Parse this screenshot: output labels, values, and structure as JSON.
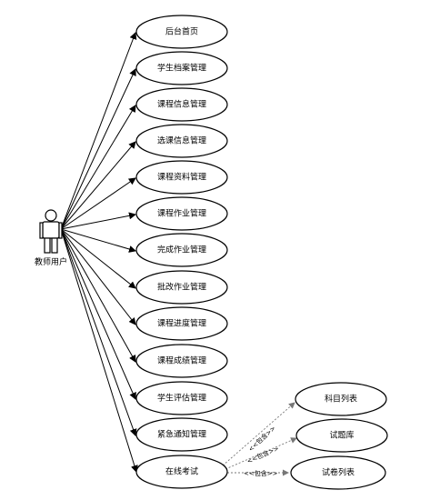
{
  "actor": {
    "label": "教师用户"
  },
  "use_cases": [
    {
      "id": "uc1",
      "label": "后台首页"
    },
    {
      "id": "uc2",
      "label": "学生档案管理"
    },
    {
      "id": "uc3",
      "label": "课程信息管理"
    },
    {
      "id": "uc4",
      "label": "选课信息管理"
    },
    {
      "id": "uc5",
      "label": "课程资料管理"
    },
    {
      "id": "uc6",
      "label": "课程作业管理"
    },
    {
      "id": "uc7",
      "label": "完成作业管理"
    },
    {
      "id": "uc8",
      "label": "批改作业管理"
    },
    {
      "id": "uc9",
      "label": "课程进度管理"
    },
    {
      "id": "uc10",
      "label": "课程成绩管理"
    },
    {
      "id": "uc11",
      "label": "学生评估管理"
    },
    {
      "id": "uc12",
      "label": "紧急通知管理"
    },
    {
      "id": "uc13",
      "label": "在线考试"
    }
  ],
  "included_cases": [
    {
      "id": "inc1",
      "label": "科目列表"
    },
    {
      "id": "inc2",
      "label": "试题库"
    },
    {
      "id": "inc3",
      "label": "试卷列表"
    }
  ],
  "include_label": "<<包含>>"
}
